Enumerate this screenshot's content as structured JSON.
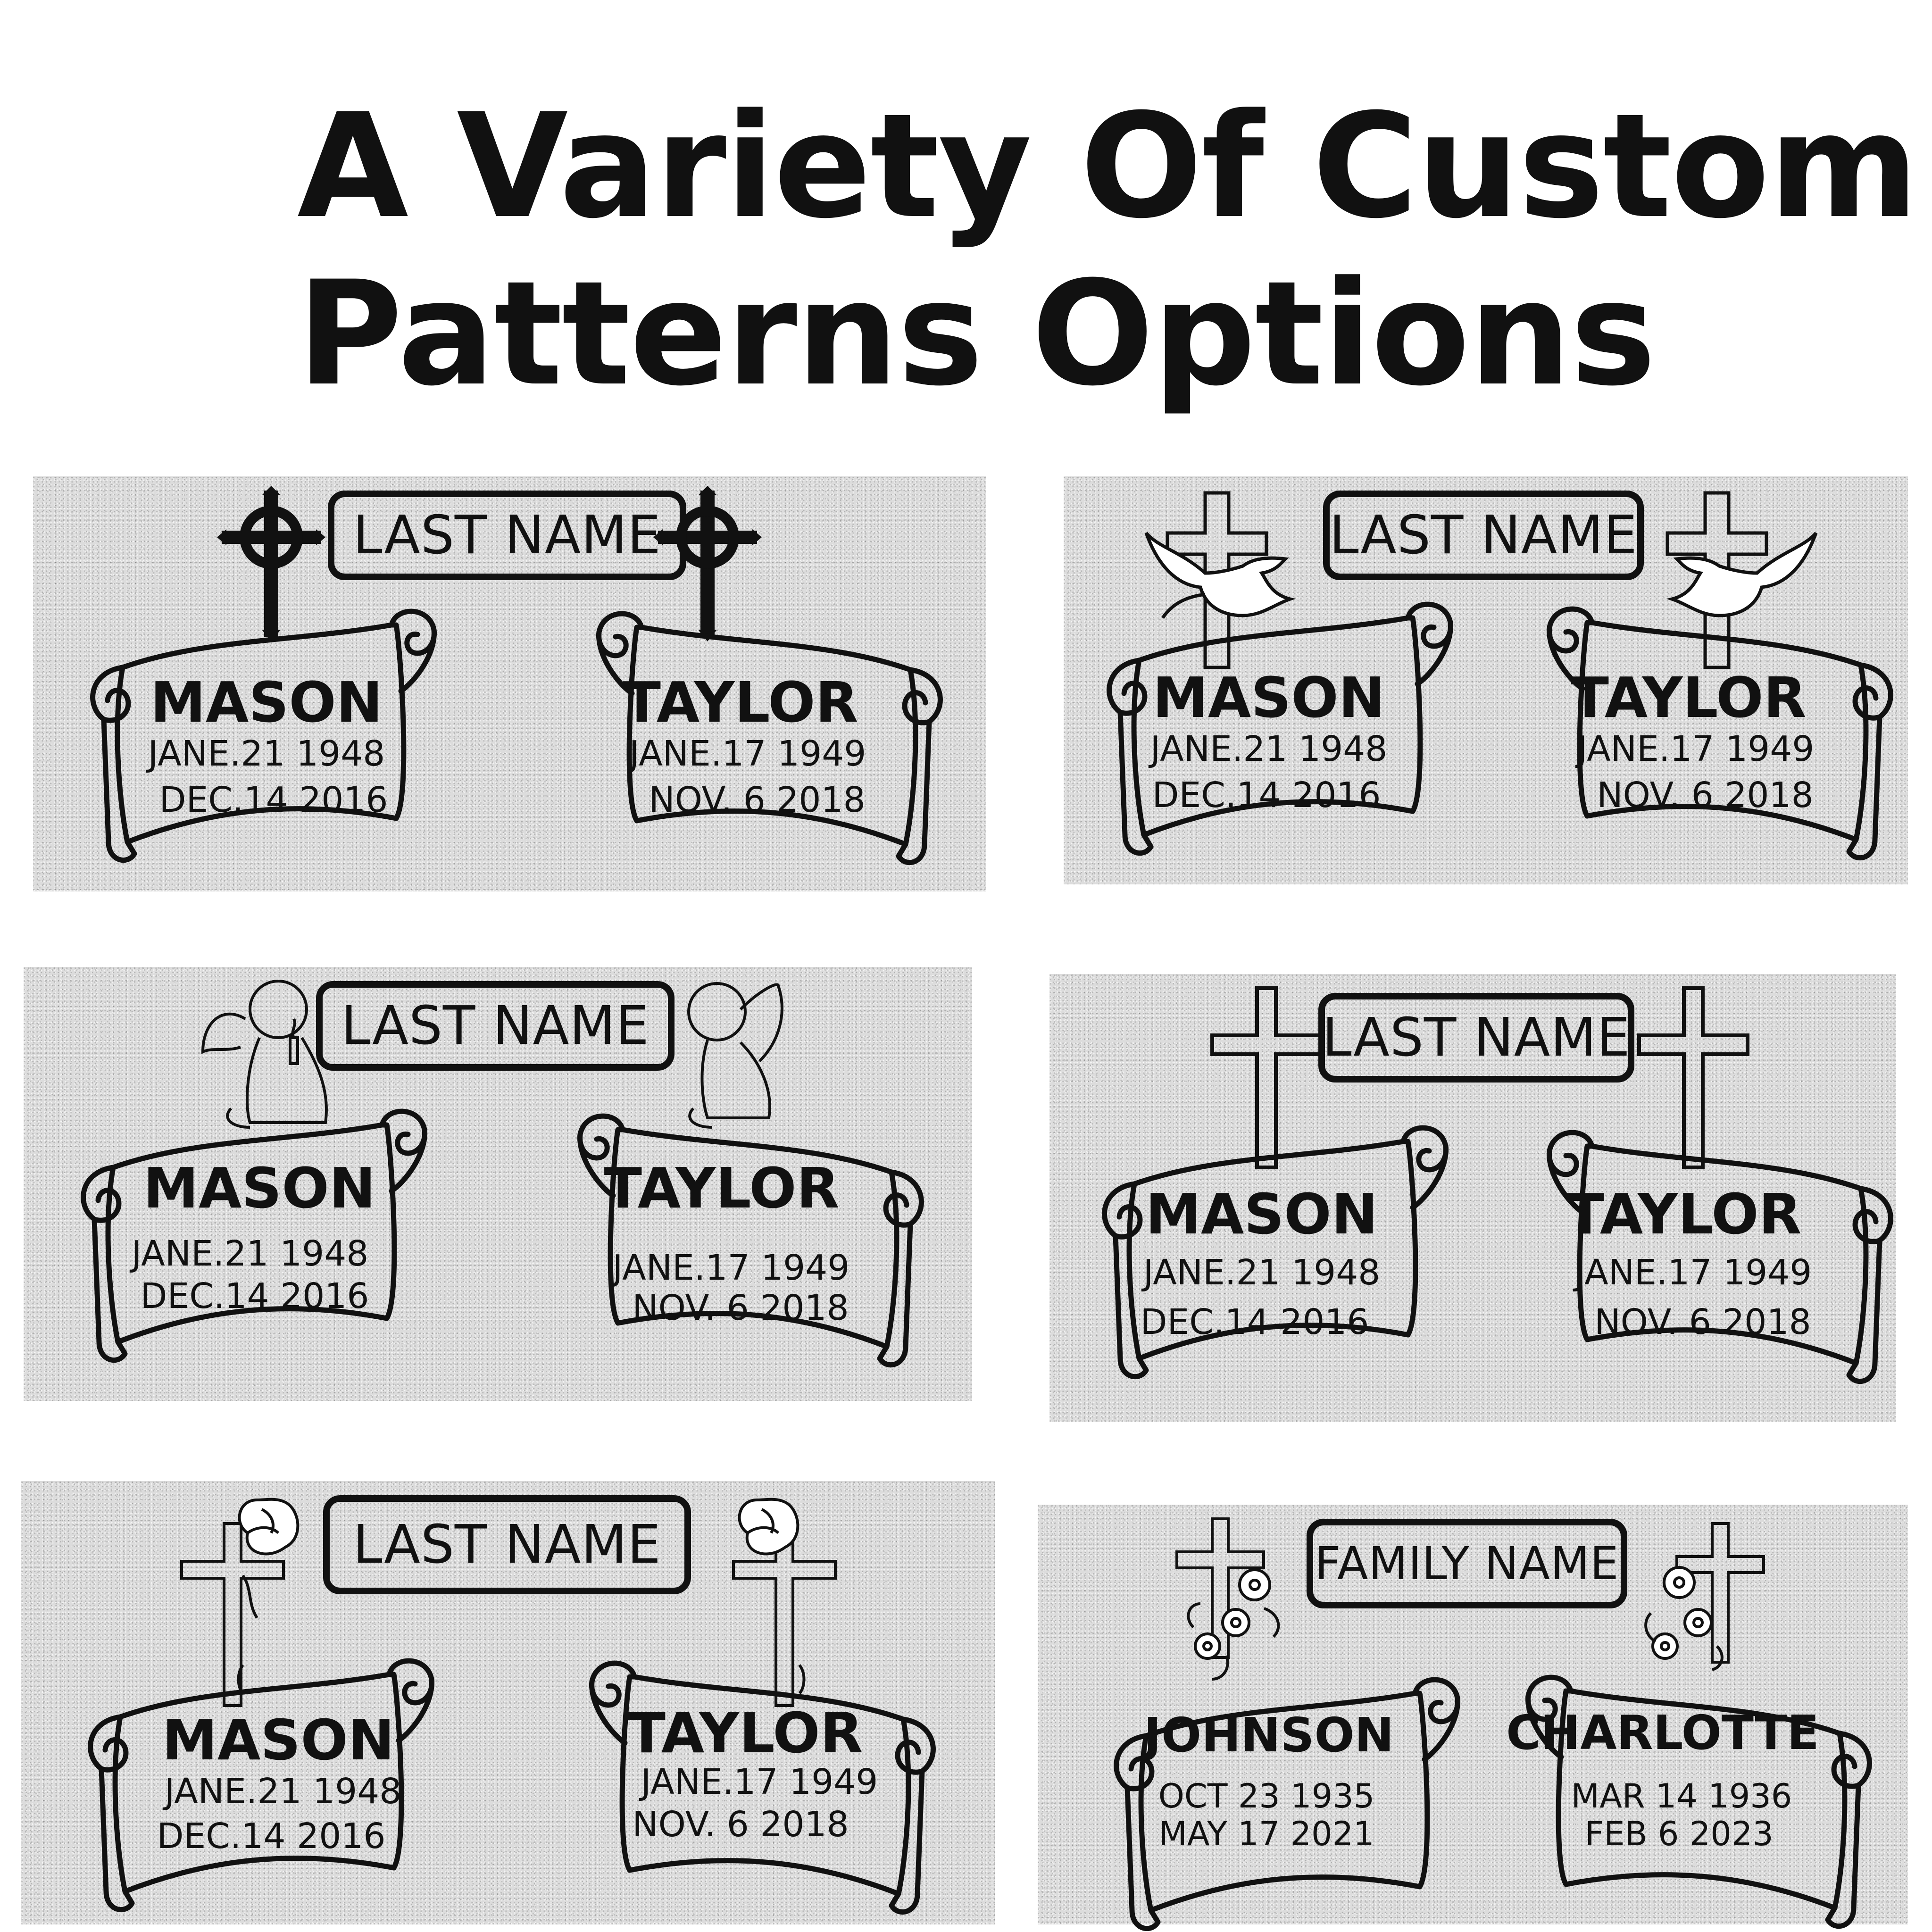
{
  "heading": {
    "line1": "A Variety Of Custom",
    "line2": "Patterns Options"
  },
  "stone_color": "#dcdcdc",
  "ink_color": "#111111",
  "plaques": [
    {
      "emblem": "celtic-cross-icon",
      "nameplate": "LAST NAME",
      "left": {
        "name": "MASON",
        "date1": "JANE.21 1948",
        "date2": "DEC.14 2016"
      },
      "right": {
        "name": "TAYLOR",
        "date1": "JANE.17 1949",
        "date2": "NOV. 6  2018"
      }
    },
    {
      "emblem": "dove-cross-icon",
      "nameplate": "LAST NAME",
      "left": {
        "name": "MASON",
        "date1": "JANE.21 1948",
        "date2": "DEC.14 2016"
      },
      "right": {
        "name": "TAYLOR",
        "date1": "JANE.17 1949",
        "date2": "NOV. 6  2018"
      }
    },
    {
      "emblem": "praying-angel-icon",
      "nameplate": "LAST NAME",
      "left": {
        "name": "MASON",
        "date1": "JANE.21 1948",
        "date2": "DEC.14 2016"
      },
      "right": {
        "name": "TAYLOR",
        "date1": "JANE.17 1949",
        "date2": "NOV. 6  2018"
      }
    },
    {
      "emblem": "latin-cross-icon",
      "nameplate": "LAST NAME",
      "left": {
        "name": "MASON",
        "date1": "JANE.21 1948",
        "date2": "DEC.14 2016"
      },
      "right": {
        "name": "TAYLOR",
        "date1": "JANE.17 1949",
        "date2": "NOV. 6  2018"
      }
    },
    {
      "emblem": "rose-cross-icon",
      "nameplate": "LAST NAME",
      "left": {
        "name": "MASON",
        "date1": "JANE.21 1948",
        "date2": "DEC.14 2016"
      },
      "right": {
        "name": "TAYLOR",
        "date1": "JANE.17 1949",
        "date2": "NOV. 6  2018"
      }
    },
    {
      "emblem": "flower-cross-icon",
      "nameplate": "FAMILY NAME",
      "left": {
        "name": "JOHNSON",
        "date1": "OCT 23 1935",
        "date2": "MAY 17 2021"
      },
      "right": {
        "name": "CHARLOTTE",
        "date1": "MAR 14 1936",
        "date2": "FEB  6  2023"
      }
    }
  ]
}
